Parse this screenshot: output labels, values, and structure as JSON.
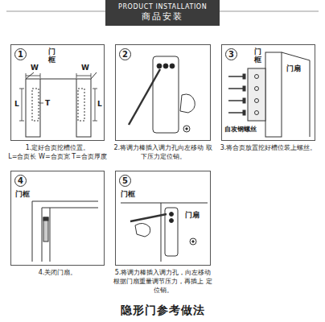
{
  "diagram": {
    "title": "隐形门参考做法",
    "nodes": [
      {
        "text": [
          "PRODUCT INSTALLATION",
          "商品安装"
        ]
      },
      {
        "text": [
          "1",
          "1.定好合页挖槽位置。",
          "L=合页长 W=合页宽 T=合页厚度"
        ]
      },
      {
        "text": [
          "2",
          "2.将调力棒插入调力孔向左移动 取下压力定位销。"
        ]
      },
      {
        "text": [
          "3",
          "3.将合页放置挖好槽位装上螺丝。"
        ]
      },
      {
        "text": [
          "4",
          "4.关闭门扇。"
        ]
      },
      {
        "text": [
          "5",
          "5.将调力棒插入调力孔，向左移动 根据门扇重量调节压力，再插上 定位销。"
        ]
      }
    ],
    "labels": [
      "门框",
      "W",
      "W",
      "T",
      "L",
      "L",
      "门框",
      "门扇",
      "自攻钢螺丝",
      "门框",
      "门框",
      "门扇"
    ]
  }
}
